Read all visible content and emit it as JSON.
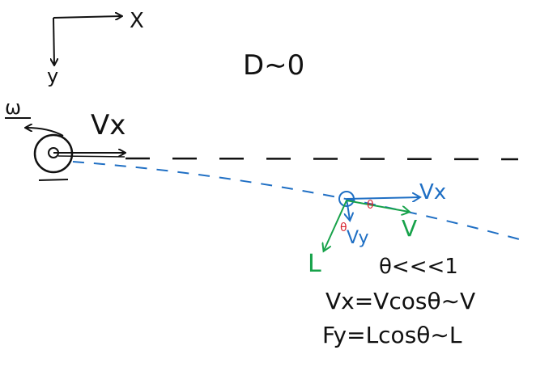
{
  "axes": {
    "x_label": "X",
    "y_label": "y"
  },
  "drag_note": "D∼0",
  "spin_label": "ω",
  "initial_velocity_label": "Vx",
  "trajectory_vectors": {
    "vx_label": "Vx",
    "vy_label": "Vy",
    "v_label": "V",
    "lift_label": "L",
    "angle_labels": [
      "θ",
      "θ"
    ]
  },
  "equations": {
    "small_angle": "θ<<<1",
    "vx_relation": "Vx=Vcosθ∼V",
    "fy_relation": "Fy=Lcosθ∼L"
  },
  "colors": {
    "ink": "#111111",
    "trajectory": "#1f6fc4",
    "force": "#17a24a",
    "angle": "#d9242e"
  }
}
